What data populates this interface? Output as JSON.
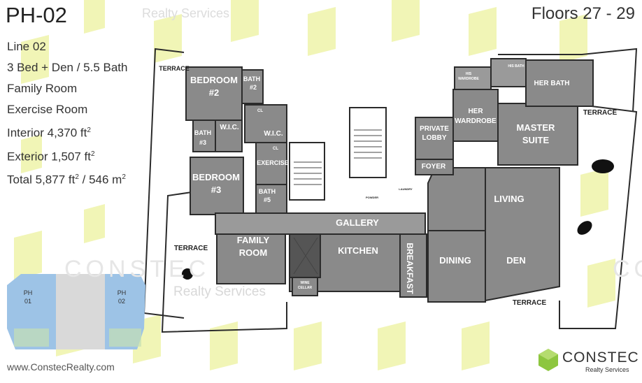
{
  "header": {
    "unit": "PH-02",
    "floors": "Floors 27 - 29"
  },
  "specs": {
    "line": "Line 02",
    "beds": "3 Bed + Den / 5.5 Bath",
    "family": "Family Room",
    "exercise": "Exercise Room",
    "interior": "Interior 4,370 ft",
    "exterior": "Exterior 1,507 ft",
    "total_a": "Total 5,877 ft",
    "total_b": " / 546 m",
    "sup": "2"
  },
  "watermarks": {
    "realty": "Realty Services",
    "constec": "CONSTEC"
  },
  "keyplan": {
    "ph01": "PH",
    "ph01_num": "01",
    "ph02": "PH",
    "ph02_num": "02"
  },
  "rooms": {
    "terrace_nw": "TERRACE",
    "terrace_w": "TERRACE",
    "terrace_e": "TERRACE",
    "terrace_s": "TERRACE",
    "bedroom2_a": "BEDROOM",
    "bedroom2_b": "#2",
    "bath2_a": "BATH",
    "bath2_b": "#2",
    "bath3_a": "BATH",
    "bath3_b": "#3",
    "wic1": "W.I.C.",
    "wic2": "W.I.C.",
    "bedroom3_a": "BEDROOM",
    "bedroom3_b": "#3",
    "exercise": "EXERCISE",
    "bath5_a": "BATH",
    "bath5_b": "#5",
    "family_a": "FAMILY",
    "family_b": "ROOM",
    "gallery": "GALLERY",
    "kitchen": "KITCHEN",
    "breakfast": "BREAKFAST",
    "dining": "DINING",
    "living": "LIVING",
    "den": "DEN",
    "private_a": "PRIVATE",
    "private_b": "LOBBY",
    "foyer": "FOYER",
    "her_wardrobe_a": "HER",
    "her_wardrobe_b": "WARDROBE",
    "master_a": "MASTER",
    "master_b": "SUITE",
    "her_bath": "HER BATH",
    "his_bath": "HIS BATH",
    "his_wardrobe_a": "HIS",
    "his_wardrobe_b": "WARDROBE",
    "wine_a": "WINE",
    "wine_b": "CELLAR",
    "cl": "CL",
    "powder": "POWDER",
    "laundry": "LAUNDRY"
  },
  "footer": {
    "website": "www.ConstecRealty.com",
    "logo_name": "CONSTEC",
    "logo_sub": "Realty Services"
  },
  "colors": {
    "room_gray": "#8a8a8a",
    "dark_gray": "#666666",
    "wall": "#2b2b2b",
    "watermark_green": "#eef3a8",
    "keyplan_blue": "#9dc3e6",
    "logo_green": "#8dc63f"
  }
}
